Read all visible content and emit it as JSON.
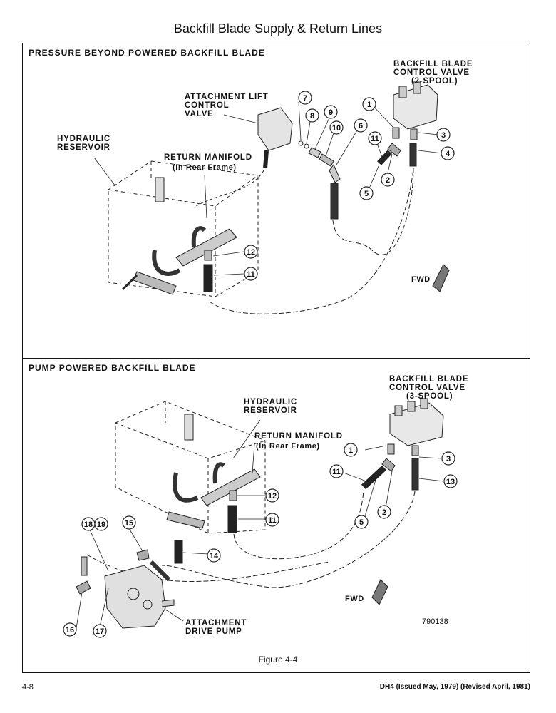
{
  "page_title": "Backfill Blade Supply & Return Lines",
  "top_panel": {
    "heading": "PRESSURE BEYOND POWERED BACKFILL BLADE",
    "labels": {
      "control_valve": [
        "BACKFILL BLADE",
        "CONTROL VALVE",
        "(2-SPOOL)"
      ],
      "lift_valve": [
        "ATTACHMENT LIFT",
        "CONTROL",
        "VALVE"
      ],
      "reservoir": [
        "HYDRAULIC",
        "RESERVOIR"
      ],
      "return_manifold": [
        "RETURN MANIFOLD",
        "(In Rear Frame)"
      ],
      "fwd": "FWD"
    },
    "callouts": [
      "7",
      "8",
      "9",
      "10",
      "6",
      "1",
      "11",
      "2",
      "5",
      "3",
      "4",
      "12",
      "11"
    ]
  },
  "bottom_panel": {
    "heading": "PUMP POWERED BACKFILL BLADE",
    "labels": {
      "control_valve": [
        "BACKFILL BLADE",
        "CONTROL VALVE",
        "(3-SPOOL)"
      ],
      "reservoir": [
        "HYDRAULIC",
        "RESERVOIR"
      ],
      "return_manifold": [
        "RETURN MANIFOLD",
        "(In Rear Frame)"
      ],
      "drive_pump": [
        "ATTACHMENT",
        "DRIVE PUMP"
      ],
      "fwd": "FWD",
      "drawing_id": "790138"
    },
    "callouts": [
      "1",
      "3",
      "11",
      "13",
      "12",
      "5",
      "2",
      "11",
      "18",
      "19",
      "15",
      "14",
      "16",
      "17"
    ]
  },
  "figure_caption": "Figure 4-4",
  "page_number": "4-8",
  "footer_doc": "DH4 (Issued May, 1979) (Revised April, 1981)"
}
